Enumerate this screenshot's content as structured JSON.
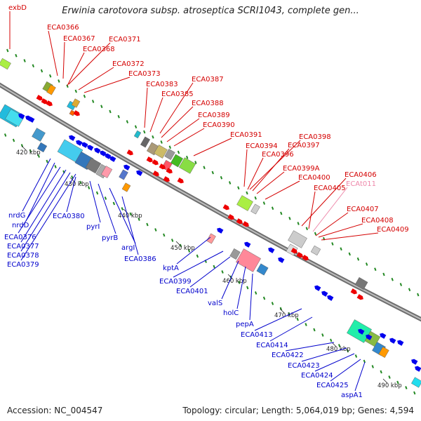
{
  "title": "Erwinia carotovora subsp. atroseptica SCRI1043, complete gen...",
  "footer": {
    "accession": "Accession: NC_004547",
    "topology": "Topology: circular; Length: 5,064,019 bp; Genes: 4,594"
  },
  "colors": {
    "forward_label": "#d40000",
    "reverse_label": "#0000cc",
    "trna_label": "#ee88aa",
    "forward_arrow": "#ee0000",
    "reverse_arrow": "#0000ee",
    "backbone": "#888888",
    "tick": "#228822"
  },
  "scale_labels": [
    "420 kbp",
    "430 kbp",
    "440 kbp",
    "450 kbp",
    "460 kbp",
    "470 kbp",
    "480 kbp",
    "490 kbp"
  ],
  "forward_genes": [
    "exbD",
    "ECA0366",
    "ECA0367",
    "ECA0371",
    "ECA0368",
    "ECA0372",
    "ECA0373",
    "ECA0387",
    "ECA0383",
    "ECA0385",
    "ECA0388",
    "ECA0389",
    "ECA0390",
    "ECA0391",
    "ECA0398",
    "ECA0394",
    "ECA0397",
    "ECA0396",
    "ECA0399A",
    "ECA0400",
    "ECA0406",
    "ECA0405",
    "ECAt011",
    "ECA0407",
    "ECA0408",
    "ECA0409"
  ],
  "reverse_genes": [
    "nrdG",
    "nrdD",
    "ECA0376",
    "ECA0377",
    "ECA0378",
    "ECA0379",
    "ECA0380",
    "pyrI",
    "pyrB",
    "argI",
    "ECA0386",
    "kptA",
    "ECA0399",
    "ECA0401",
    "valS",
    "holC",
    "pepA",
    "ECA0413",
    "ECA0414",
    "ECA0422",
    "ECA0423",
    "ECA0424",
    "ECA0425",
    "aspA1"
  ]
}
